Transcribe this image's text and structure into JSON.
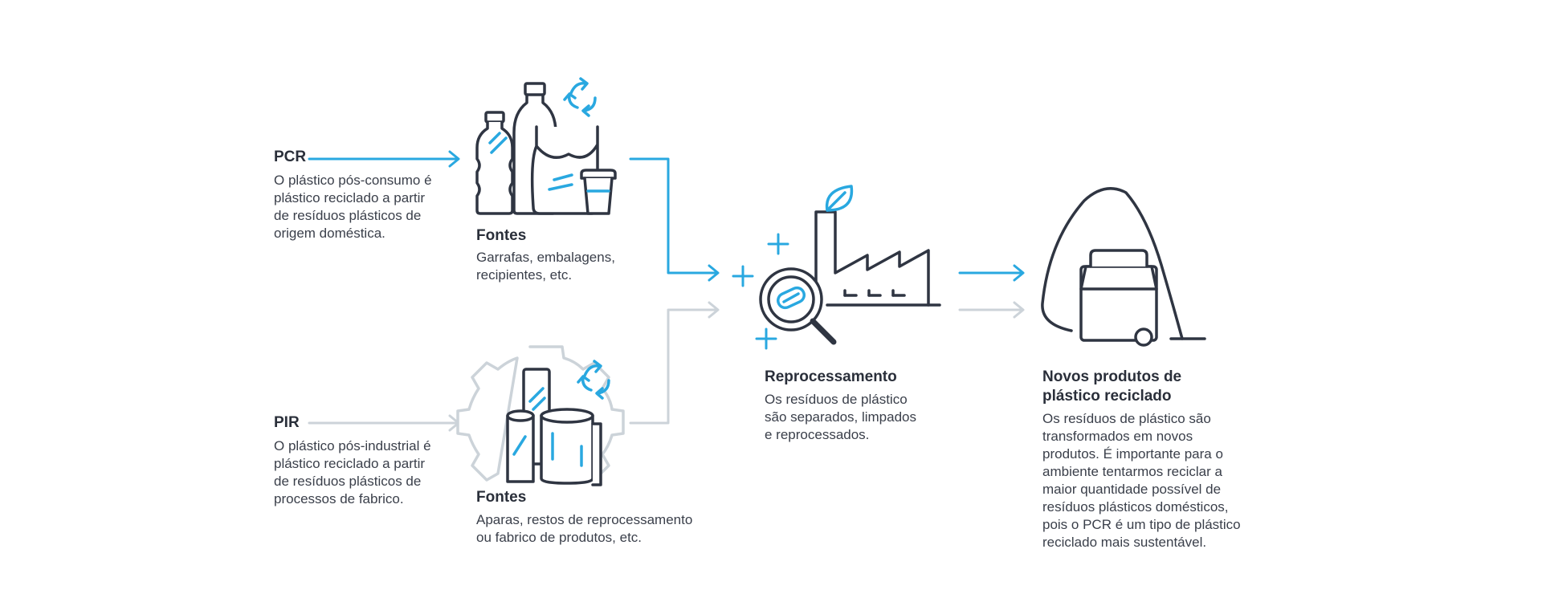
{
  "pcr": {
    "label": "PCR",
    "description": "O plástico pós-consumo é\nplástico reciclado a partir\nde resíduos plásticos de\norigem doméstica."
  },
  "pir": {
    "label": "PIR",
    "description": "O plástico pós-industrial é\nplástico reciclado a partir\nde resíduos plásticos de\nprocessos de fabrico."
  },
  "sources_consumer": {
    "title": "Fontes",
    "description": "Garrafas, embalagens,\nrecipientes, etc."
  },
  "sources_industrial": {
    "title": "Fontes",
    "description": "Aparas, restos de reprocessamento\nou fabrico de produtos, etc."
  },
  "reprocessing": {
    "title": "Reprocessamento",
    "description": "Os resíduos de plástico\nsão separados, limpados\ne reprocessados."
  },
  "new_products": {
    "title": "Novos produtos de\nplástico reciclado",
    "description": "Os resíduos de plástico são\ntransformados em novos\nprodutos. É importante para o\nambiente tentarmos reciclar a\nmaior quantidade possível de\nresíduos plásticos domésticos,\npois o PCR é um tipo de plástico\nreciclado mais sustentável."
  },
  "colors": {
    "accent": "#29a8e0",
    "ink": "#2f3542",
    "muted": "#ccd3d9"
  },
  "icons": [
    "bottles-bag-cup-icon",
    "recycle-icon",
    "gear-rolls-icon",
    "factory-magnifier-icon",
    "leaf-icon",
    "sparkle-icon",
    "plastic-bag-box-icon"
  ]
}
